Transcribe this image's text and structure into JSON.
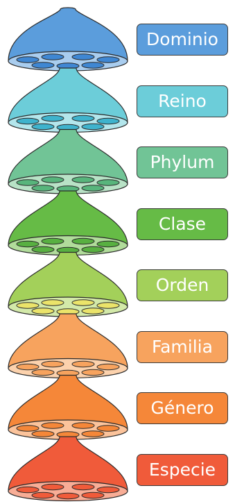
{
  "ranks": [
    {
      "label": "Dominio",
      "color": "#5b9ddc",
      "rim": "#a9cdef",
      "hole": "#3f87d3"
    },
    {
      "label": "Reino",
      "color": "#6ccdd9",
      "rim": "#b3e6ec",
      "hole": "#3fb3cd"
    },
    {
      "label": "Phylum",
      "color": "#71c496",
      "rim": "#b8e2c6",
      "hole": "#58b57c"
    },
    {
      "label": "Clase",
      "color": "#66bb46",
      "rim": "#b1dc9b",
      "hole": "#58b041"
    },
    {
      "label": "Orden",
      "color": "#a3d05a",
      "rim": "#d3e9a9",
      "hole": "#ebe46a"
    },
    {
      "label": "Familia",
      "color": "#f7a35e",
      "rim": "#fcd2ad",
      "hole": "#f7a35e"
    },
    {
      "label": "Género",
      "color": "#f58739",
      "rim": "#fbc39b",
      "hole": "#f58739"
    },
    {
      "label": "Especie",
      "color": "#f05b3a",
      "rim": "#f8ad96",
      "hole": "#f05b3a"
    }
  ]
}
